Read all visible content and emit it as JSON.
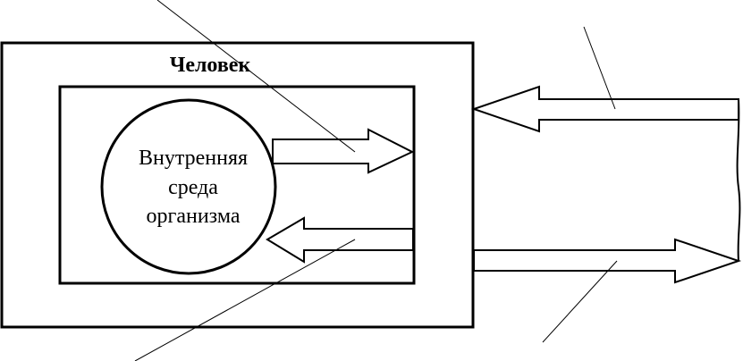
{
  "diagram": {
    "outer_box_label": "Человек",
    "circle_lines": [
      "Внутренняя",
      "среда",
      "организма"
    ],
    "colors": {
      "stroke": "#000000",
      "background": "#ffffff"
    }
  }
}
